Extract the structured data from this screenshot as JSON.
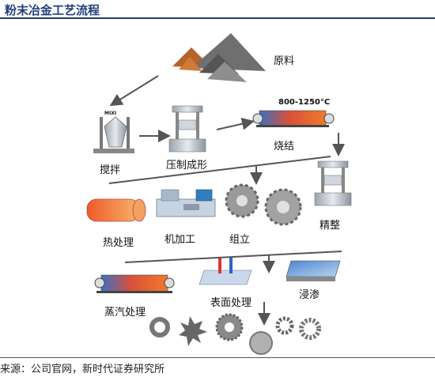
{
  "header": {
    "title": "粉末冶金工艺流程"
  },
  "footer": {
    "source": "来源：公司官网，新时代证券研究所"
  },
  "steps": {
    "raw": "原料",
    "mix": "搅拌",
    "press": "压制成形",
    "sinter": "烧结",
    "sizing": "精整",
    "heat": "热处理",
    "machining": "机加工",
    "assembly": "组立",
    "steam": "蒸汽处理",
    "surface": "表面处理",
    "infiltrate": "浸渗"
  },
  "sinter_temp": "800-1250°C",
  "mixer_tag": "MIXI",
  "colors": {
    "title": "#1f3f7a",
    "arrow": "#555555",
    "furnace_hot": "#e0401a",
    "furnace_cool": "#3a6fc4"
  }
}
